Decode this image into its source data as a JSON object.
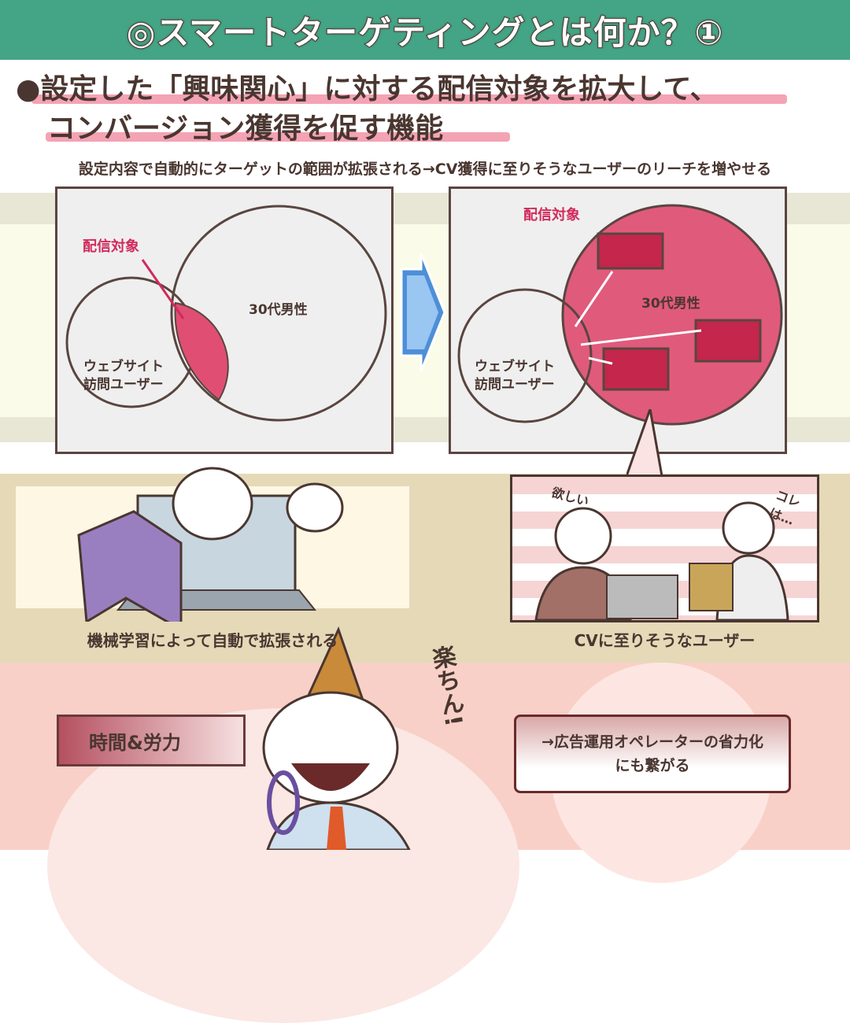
{
  "header": {
    "title": "◎スマートターゲティングとは何か？①"
  },
  "subtitle": {
    "line1": "●設定した「興味関心」に対する配信対象を拡大して、",
    "line2": "コンバージョン獲得を促す機能"
  },
  "caption": "設定内容で自動的にターゲットの範囲が拡張される→CV獲得に至りそうなユーザーのリーチを増やせる",
  "diagram_before": {
    "target_label": "配信対象",
    "circle_a": "30代男性",
    "circle_b_line1": "ウェブサイト",
    "circle_b_line2": "訪問ユーザー"
  },
  "diagram_after": {
    "target_label": "配信対象",
    "circle_a": "30代男性",
    "circle_b_line1": "ウェブサイト",
    "circle_b_line2": "訪問ユーザー"
  },
  "illustrations": {
    "left_caption": "機械学習によって自動で拡張される",
    "right_caption": "CVに至りそうなユーザー",
    "sfx_want": "欲しい",
    "sfx_this": "コレは…",
    "sfx_easy": "楽ちん!",
    "time_label": "時間&労力"
  },
  "bubble": {
    "line1": "→広告運用オペレーターの省力化",
    "line2": "にも繋がる"
  },
  "colors": {
    "header": "#44a486",
    "accent": "#d12a5c",
    "highlight": "#f4a3b4"
  }
}
